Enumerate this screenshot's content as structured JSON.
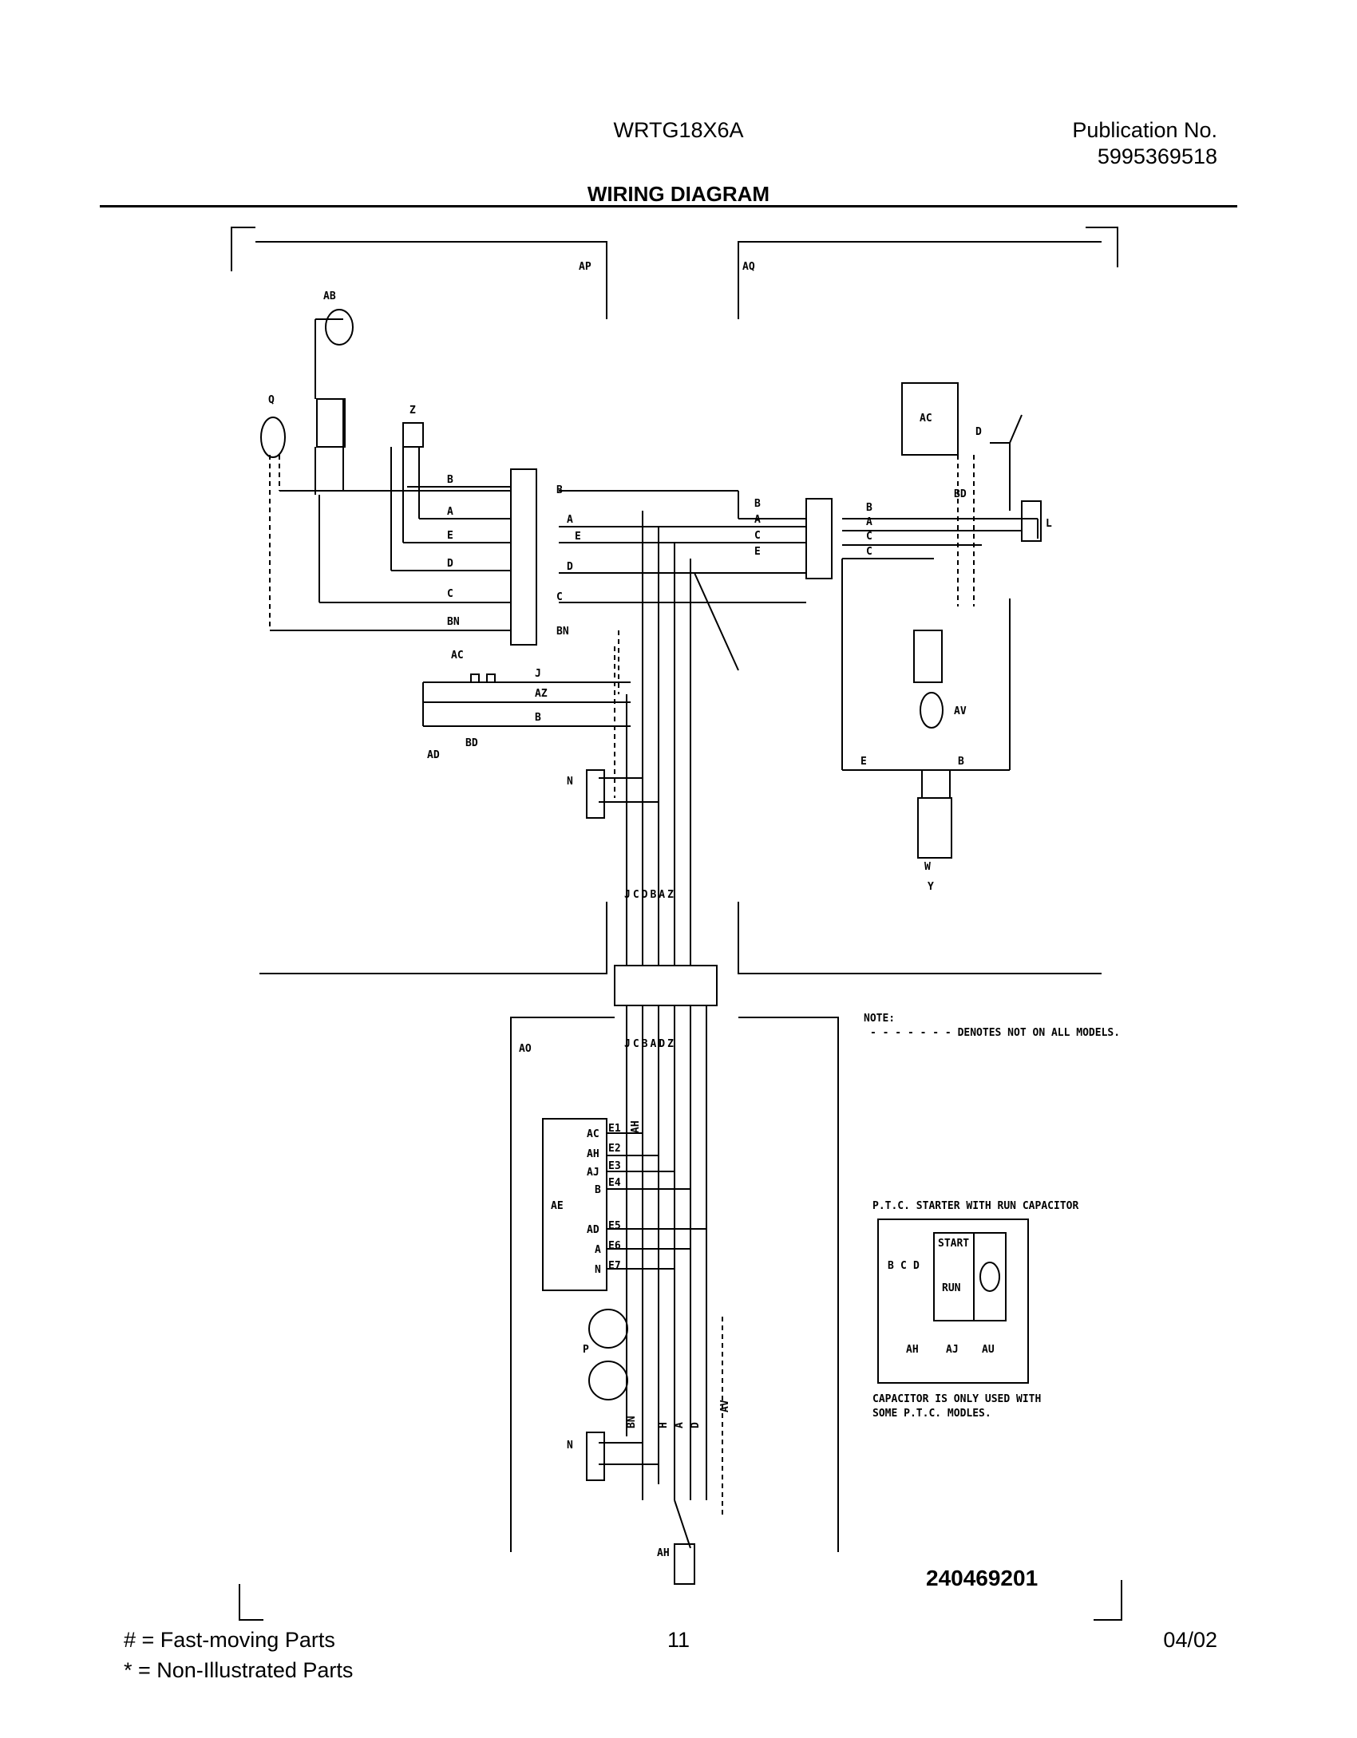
{
  "header": {
    "model": "WRTG18X6A",
    "publication_label": "Publication No.",
    "publication_number": "5995369518",
    "section_title": "WIRING DIAGRAM"
  },
  "diagram": {
    "zone_labels": [
      "AP",
      "AQ",
      "AO"
    ],
    "component_labels": {
      "ab": "AB",
      "q": "Q",
      "z": "Z",
      "ac_top": "AC",
      "d_top": "D",
      "bd_top": "BD",
      "l": "L",
      "ac_mid": "AC",
      "j": "J",
      "az": "AZ",
      "b_mid": "B",
      "bd_mid": "BD",
      "ad": "AD",
      "n_top": "N",
      "av": "AV",
      "e_low": "E",
      "b_low": "B",
      "w": "W",
      "y": "Y",
      "ae": "AE",
      "p": "P",
      "n_bot": "N",
      "ah": "AH"
    },
    "left_terminal_wires": [
      "B",
      "A",
      "E",
      "D",
      "C",
      "BN"
    ],
    "center_terminal_wires": [
      "B",
      "A",
      "E",
      "D",
      "C",
      "BN"
    ],
    "right_block_left_wires": [
      "B",
      "A",
      "C",
      "E"
    ],
    "right_block_right_wires": [
      "B",
      "A",
      "C",
      "C"
    ],
    "bundle_top_labels": "JCDBAZ",
    "bundle_mid_labels": "JCBADZ",
    "ae_pins": [
      {
        "wire": "AC",
        "pin": "E1"
      },
      {
        "wire": "AH",
        "pin": "E2"
      },
      {
        "wire": "AJ",
        "pin": "E3"
      },
      {
        "wire": "B",
        "pin": "E4"
      },
      {
        "wire": "AD",
        "pin": "E5"
      },
      {
        "wire": "A",
        "pin": "E6"
      },
      {
        "wire": "N",
        "pin": "E7"
      }
    ],
    "lower_bundle_labels": [
      "BN",
      "H",
      "A",
      "D",
      "AV"
    ],
    "ah_vertical": "AH",
    "note_title": "NOTE:",
    "note_text": "- - - - - - -  DENOTES NOT ON ALL MODELS.",
    "ptc": {
      "title": "P.T.C. STARTER WITH RUN CAPACITOR",
      "start": "START",
      "run": "RUN",
      "wires": [
        "B",
        "C",
        "D"
      ],
      "bottom_labels": [
        "AH",
        "AJ",
        "AU"
      ],
      "caption_line1": "CAPACITOR IS ONLY USED WITH",
      "caption_line2": "SOME P.T.C. MODLES."
    },
    "diagram_number": "240469201"
  },
  "footer": {
    "legend_1": "#  =  Fast-moving Parts",
    "legend_2": "*   =  Non-Illustrated Parts",
    "page_number": "11",
    "date_code": "04/02"
  }
}
